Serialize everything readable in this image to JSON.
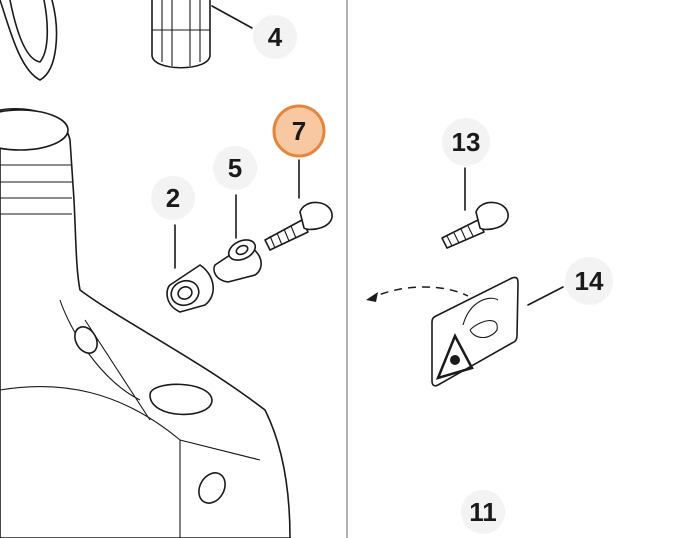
{
  "diagram": {
    "callouts": [
      {
        "id": "part-4",
        "label": "4"
      },
      {
        "id": "part-7",
        "label": "7",
        "highlighted": true
      },
      {
        "id": "part-5",
        "label": "5"
      },
      {
        "id": "part-2",
        "label": "2"
      },
      {
        "id": "part-13",
        "label": "13"
      },
      {
        "id": "part-14",
        "label": "14"
      },
      {
        "id": "part-11",
        "label": "11"
      }
    ],
    "colors": {
      "highlight_fill": "#f8c8a2",
      "highlight_border": "#e8843a",
      "bubble": "#f3f3f3",
      "divider": "#999999"
    }
  }
}
